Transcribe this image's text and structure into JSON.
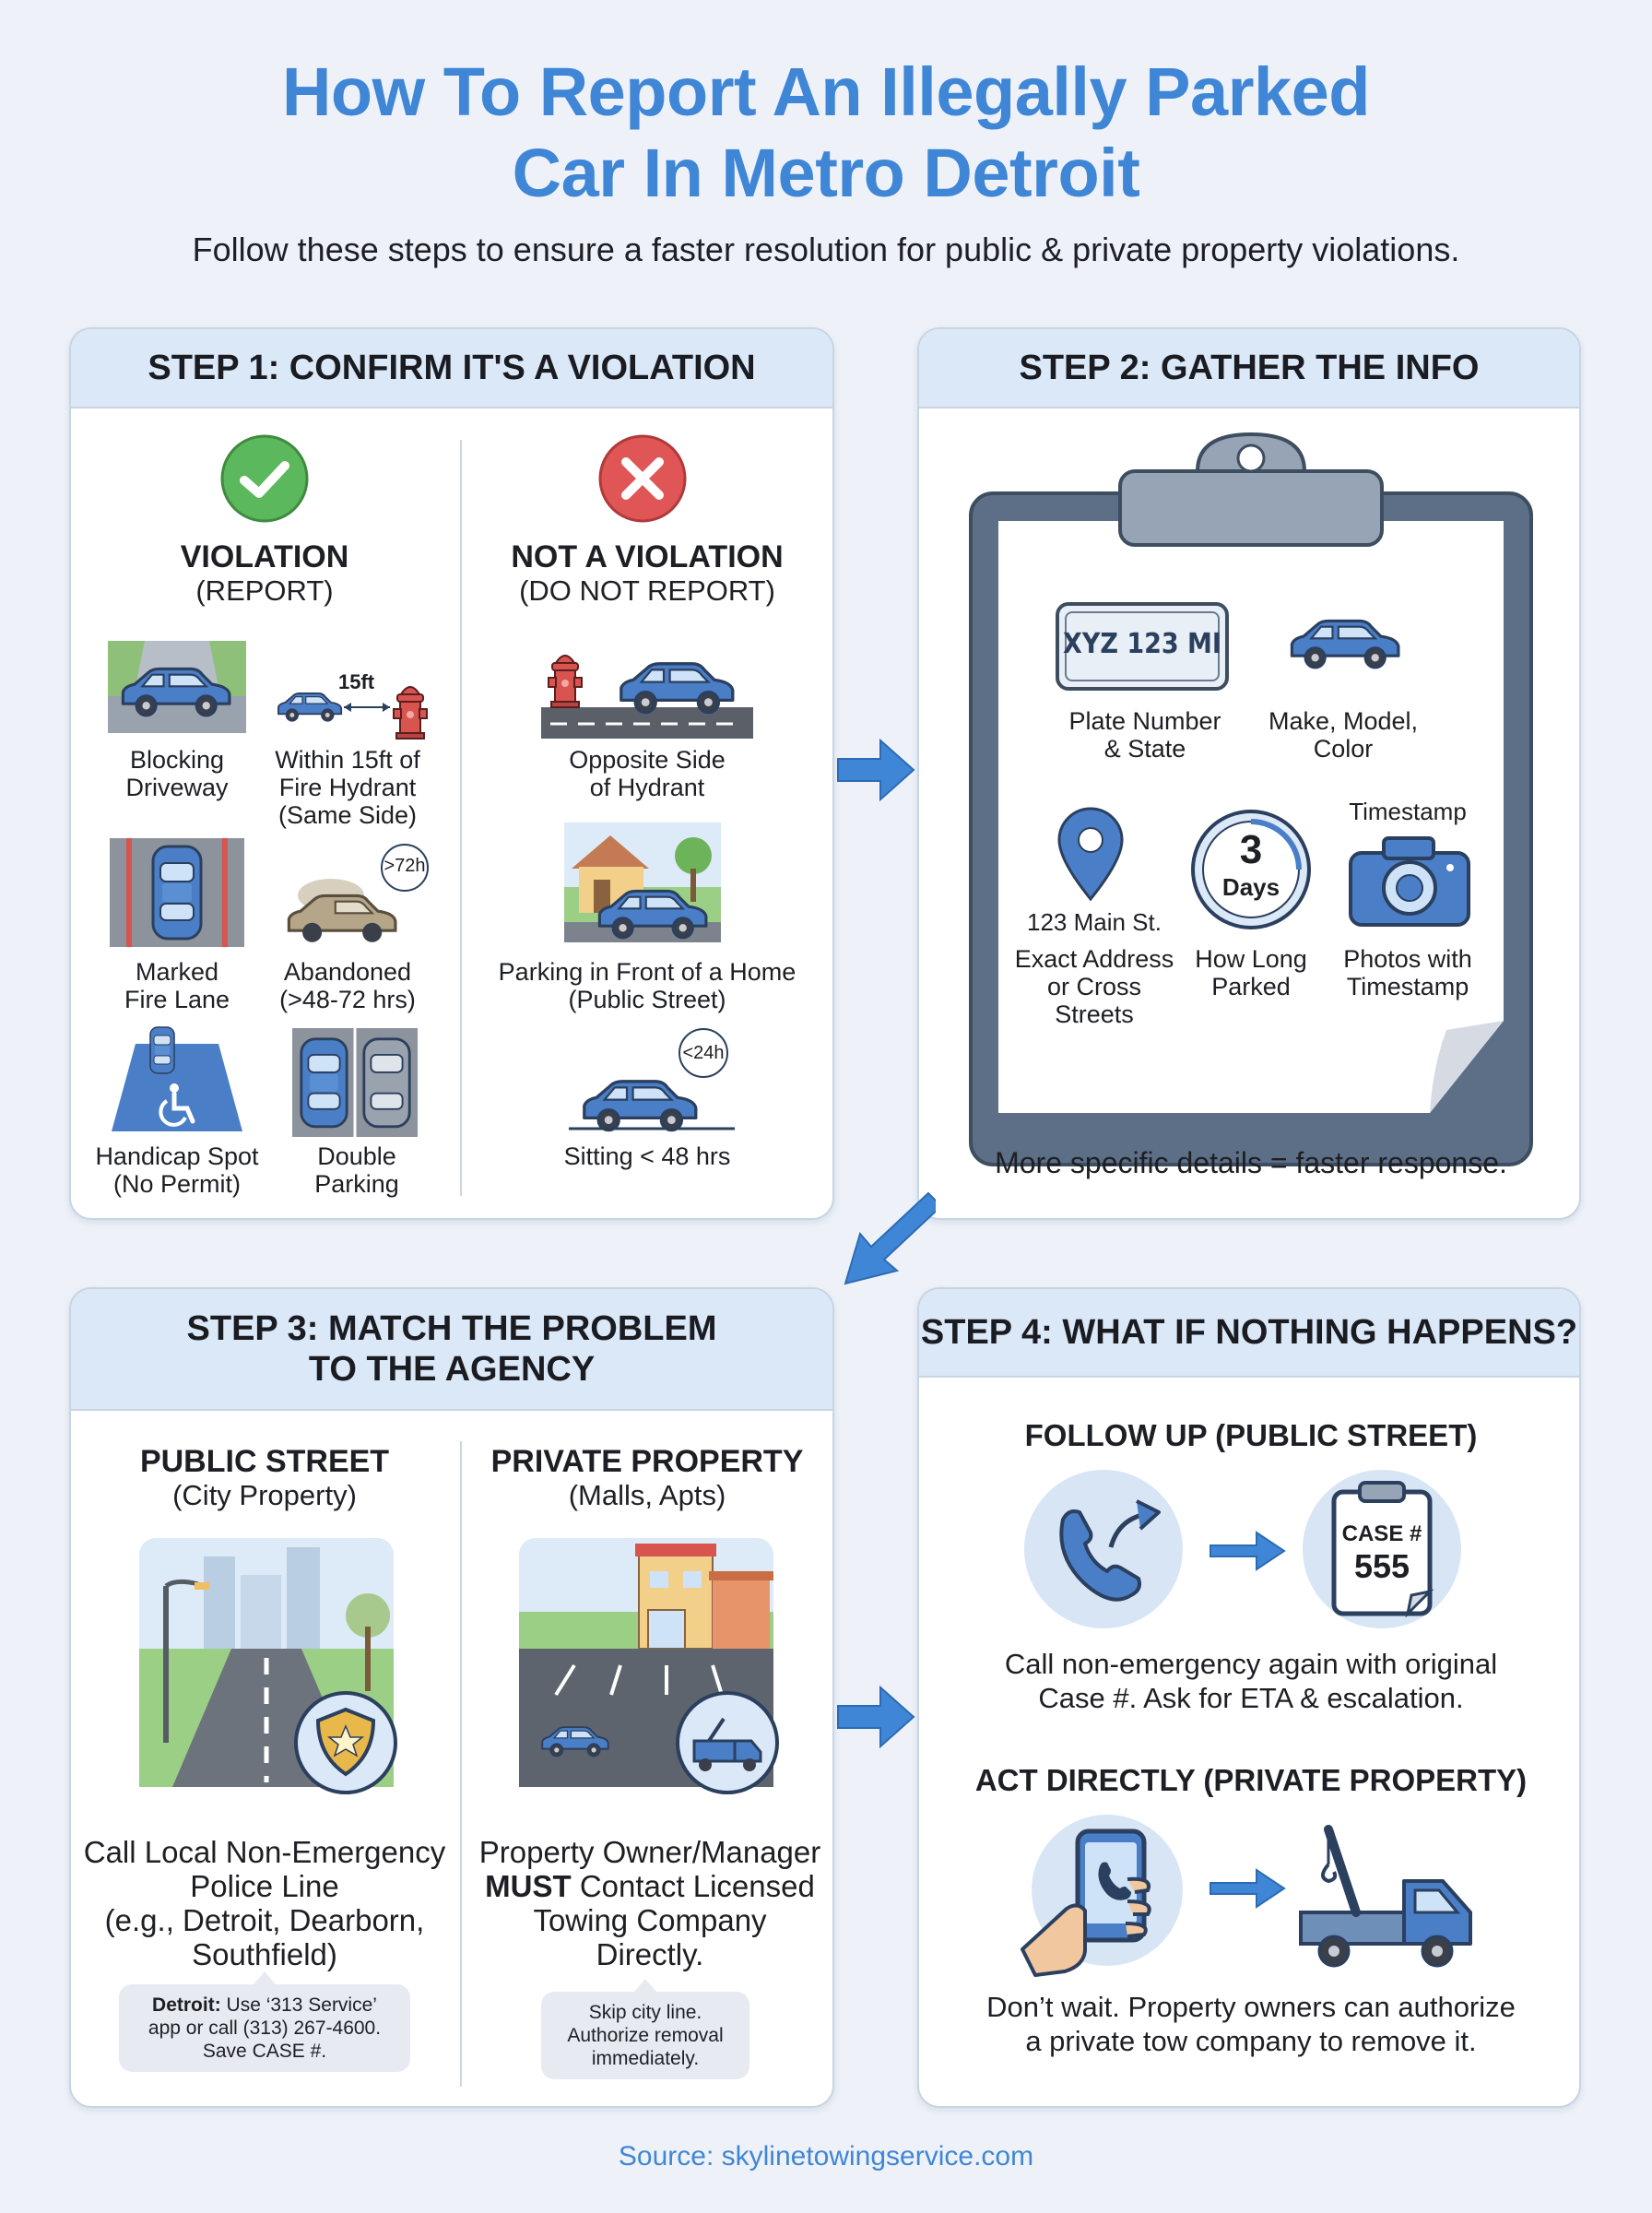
{
  "title_line1": "How To Report An Illegally Parked",
  "title_line2": "Car In Metro Detroit",
  "subtitle": "Follow these steps to ensure a faster resolution for public & private property violations.",
  "step1": {
    "heading": "STEP 1: CONFIRM IT'S A VIOLATION",
    "violation": {
      "title": "VIOLATION",
      "sub": "(REPORT)",
      "items": [
        {
          "l1": "Blocking",
          "l2": "Driveway",
          "l3": ""
        },
        {
          "l1": "Within 15ft of",
          "l2": "Fire Hydrant",
          "l3": "(Same Side)"
        },
        {
          "l1": "Marked",
          "l2": "Fire Lane",
          "l3": ""
        },
        {
          "l1": "Abandoned",
          "l2": "(>48-72 hrs)",
          "l3": ""
        },
        {
          "l1": "Handicap Spot",
          "l2": "(No Permit)",
          "l3": ""
        },
        {
          "l1": "Double",
          "l2": "Parking",
          "l3": ""
        }
      ],
      "distance_label": "15ft",
      "abandoned_badge": ">72h"
    },
    "not_violation": {
      "title": "NOT A VIOLATION",
      "sub": "(DO NOT REPORT)",
      "items": [
        {
          "l1": "Opposite Side",
          "l2": "of Hydrant"
        },
        {
          "l1": "Parking in Front of a Home",
          "l2": "(Public Street)"
        },
        {
          "l1": "Sitting < 48 hrs",
          "l2": ""
        }
      ],
      "sitting_badge": "<24h"
    }
  },
  "step2": {
    "heading": "STEP 2: GATHER THE INFO",
    "plate_text": "XYZ 123 MI",
    "items": [
      {
        "l1": "Plate Number",
        "l2": "& State",
        "l3": ""
      },
      {
        "l1": "Make, Model,",
        "l2": "Color",
        "l3": ""
      },
      {
        "l1": "Exact Address",
        "l2": "or Cross",
        "l3": "Streets"
      },
      {
        "l1": "How Long",
        "l2": "Parked",
        "l3": ""
      },
      {
        "l1": "Photos with",
        "l2": "Timestamp",
        "l3": ""
      }
    ],
    "address_sample": "123 Main St.",
    "timer_number": "3",
    "timer_unit": "Days",
    "timestamp_label": "Timestamp",
    "footer": "More specific details = faster response."
  },
  "step3": {
    "heading_l1": "STEP 3: MATCH THE PROBLEM",
    "heading_l2": "TO THE AGENCY",
    "public": {
      "title": "PUBLIC STREET",
      "sub": "(City Property)",
      "desc": [
        "Call Local Non-Emergency",
        "Police Line",
        "(e.g., Detroit, Dearborn,",
        "Southfield)"
      ],
      "note_bold": "Detroit:",
      "note_l1": " Use ‘313 Service’",
      "note_l2": "app or call (313) 267-4600.",
      "note_l3": "Save CASE #."
    },
    "private": {
      "title": "PRIVATE PROPERTY",
      "sub": "(Malls, Apts)",
      "desc_l1": "Property Owner/Manager",
      "desc_bold": "MUST",
      "desc_l2": " Contact Licensed",
      "desc_l3": "Towing Company",
      "desc_l4": "Directly.",
      "note": [
        "Skip city line.",
        "Authorize removal",
        "immediately."
      ]
    }
  },
  "step4": {
    "heading": "STEP 4: WHAT IF NOTHING HAPPENS?",
    "follow_title": "FOLLOW UP (PUBLIC STREET)",
    "case_label": "CASE #",
    "case_number": "555",
    "follow_desc": [
      "Call non-emergency again with original",
      "Case #. Ask for ETA & escalation."
    ],
    "act_title": "ACT DIRECTLY (PRIVATE PROPERTY)",
    "act_desc": [
      "Don’t wait. Property owners can authorize",
      "a private tow company to remove it."
    ]
  },
  "source": "Source: skylinetowingservice.com",
  "colors": {
    "accent": "#3f86d6",
    "header_bg": "#dbe8f7",
    "car_blue": "#4a7fc8",
    "check_green": "#5cb85c",
    "cross_red": "#e05555"
  }
}
